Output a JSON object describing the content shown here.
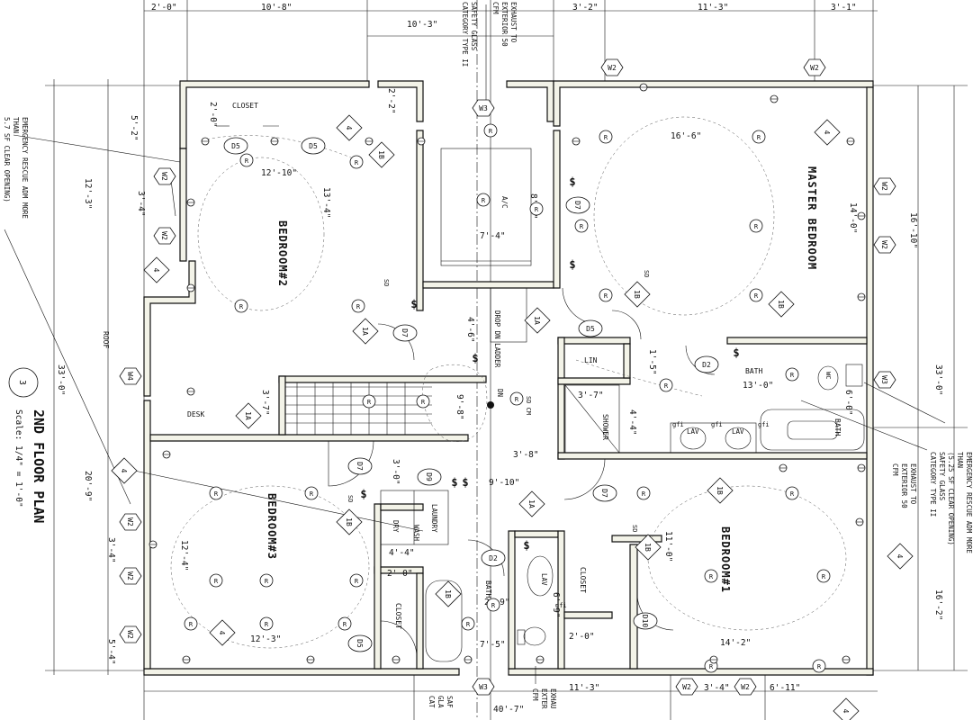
{
  "plan": {
    "title": "2ND FLOOR PLAN",
    "scale": "Scale: 1/4\" = 1'-0\"",
    "sheet_number": "3",
    "rooms": {
      "bedroom2": "BEDROOM#2",
      "bedroom3": "BEDROOM#3",
      "bedroom1": "BEDROOM#1",
      "master": "MASTER BEDROOM",
      "roof": "ROOF",
      "desk": "DESK",
      "closet_top": "CLOSET",
      "closet_b3": "CLOSET",
      "closet_b1": "CLOSET",
      "lin": "LIN",
      "bath_master": "BATH",
      "bath_master2": "BATH",
      "bath_hall": "BATH",
      "shower": "SHOWER",
      "laundry": "LAUNDRY",
      "wash": "WASH",
      "dry": "DRY",
      "ac": "A/C",
      "ladder": "DROP DN LADDER",
      "dn": "DN",
      "lav1": "LAV",
      "lav2": "LAV",
      "lav3": "LAV"
    },
    "dims_top": [
      "2'-0\"",
      "10'-8\"",
      "10'-3\"",
      "3'-2\"",
      "11'-3\"",
      "3'-1\""
    ],
    "dims_bottom": [
      "11'-3\"",
      "40'-7\"",
      "3'-4\"",
      "6'-11\""
    ],
    "dims_left": [
      "5'-2\"",
      "12'-3\"",
      "3'-4\"",
      "33'-0\"",
      "20'-9\"",
      "3'-4\"",
      "12'-4\"",
      "5'-4\""
    ],
    "dims_right": [
      "16'-10\"",
      "33'-0\"",
      "16'-2\""
    ],
    "dims_interior": {
      "b2_width": "12'-10\"",
      "b2_height": "13'-4\"",
      "closet_w": "2'-0\"",
      "hall_w": "2'-2\"",
      "ac_h": "8'-6\"",
      "ac_w": "7'-4\"",
      "ladder_h": "4'-6\"",
      "stair_w": "3'-7\"",
      "stair_run": "9'-8\"",
      "master_w": "16'-6\"",
      "master_h": "14'-0\"",
      "bath_w": "13'-0\"",
      "bath_h": "6'-0\"",
      "shower_w": "3'-7\"",
      "shower_h": "4'-4\"",
      "lin_h": "1'-5\"",
      "hall1": "3'-8\"",
      "hall2": "9'-10\"",
      "laundry_h": "3'-0\"",
      "laundry_w": "4'-4\"",
      "b3_w": "12'-3\"",
      "b3_closet": "2'-0\"",
      "hbath_w": "2'-9\"",
      "hbath_h": "6'-9\"",
      "hbath_w2": "7'-5\"",
      "b1_closet": "2'-0\"",
      "b1_h": "11'-0\"",
      "b1_w": "14'-2\""
    },
    "notes": {
      "egress_left": [
        "EMERGENCY RESCUE ADM MORE",
        "THAN",
        "5.7 SF CLEAR OPENING)"
      ],
      "egress_right": [
        "EMERGENCY RESCUE ADM MORE",
        "THAN",
        "(5.25 SF CLEAR OPENING)",
        "SAFETY GLASS",
        "CATEGORY TYPE II"
      ],
      "exhaust_top": [
        "EXHAUST TO",
        "EXTERIOR 50",
        "CFM"
      ],
      "glass_top": [
        "SAFETY GLASS",
        "CATEGORY TYPE II"
      ],
      "exhaust_right": [
        "EXHAUST TO",
        "EXTERIOR 50",
        "CFM"
      ],
      "exhaust_bottom": [
        "EXHAU",
        "EXTER",
        "CFM"
      ],
      "glass_bottom": [
        "SAF",
        "GLA",
        "CAT"
      ]
    },
    "tags": {
      "window_w2": "W2",
      "window_w3": "W3",
      "window_w4": "W4",
      "door_d5": "D5",
      "door_d7": "D7",
      "door_d2": "D2",
      "door_d9": "D9",
      "door_d10": "D10",
      "wall_4": "4",
      "wall_1a": "1A",
      "wall_1b": "1B",
      "recessed": "R",
      "smoke": "SD",
      "smoke_co": "SD CM",
      "switch": "$",
      "gfi": "gfi",
      "wc": "WC"
    }
  }
}
